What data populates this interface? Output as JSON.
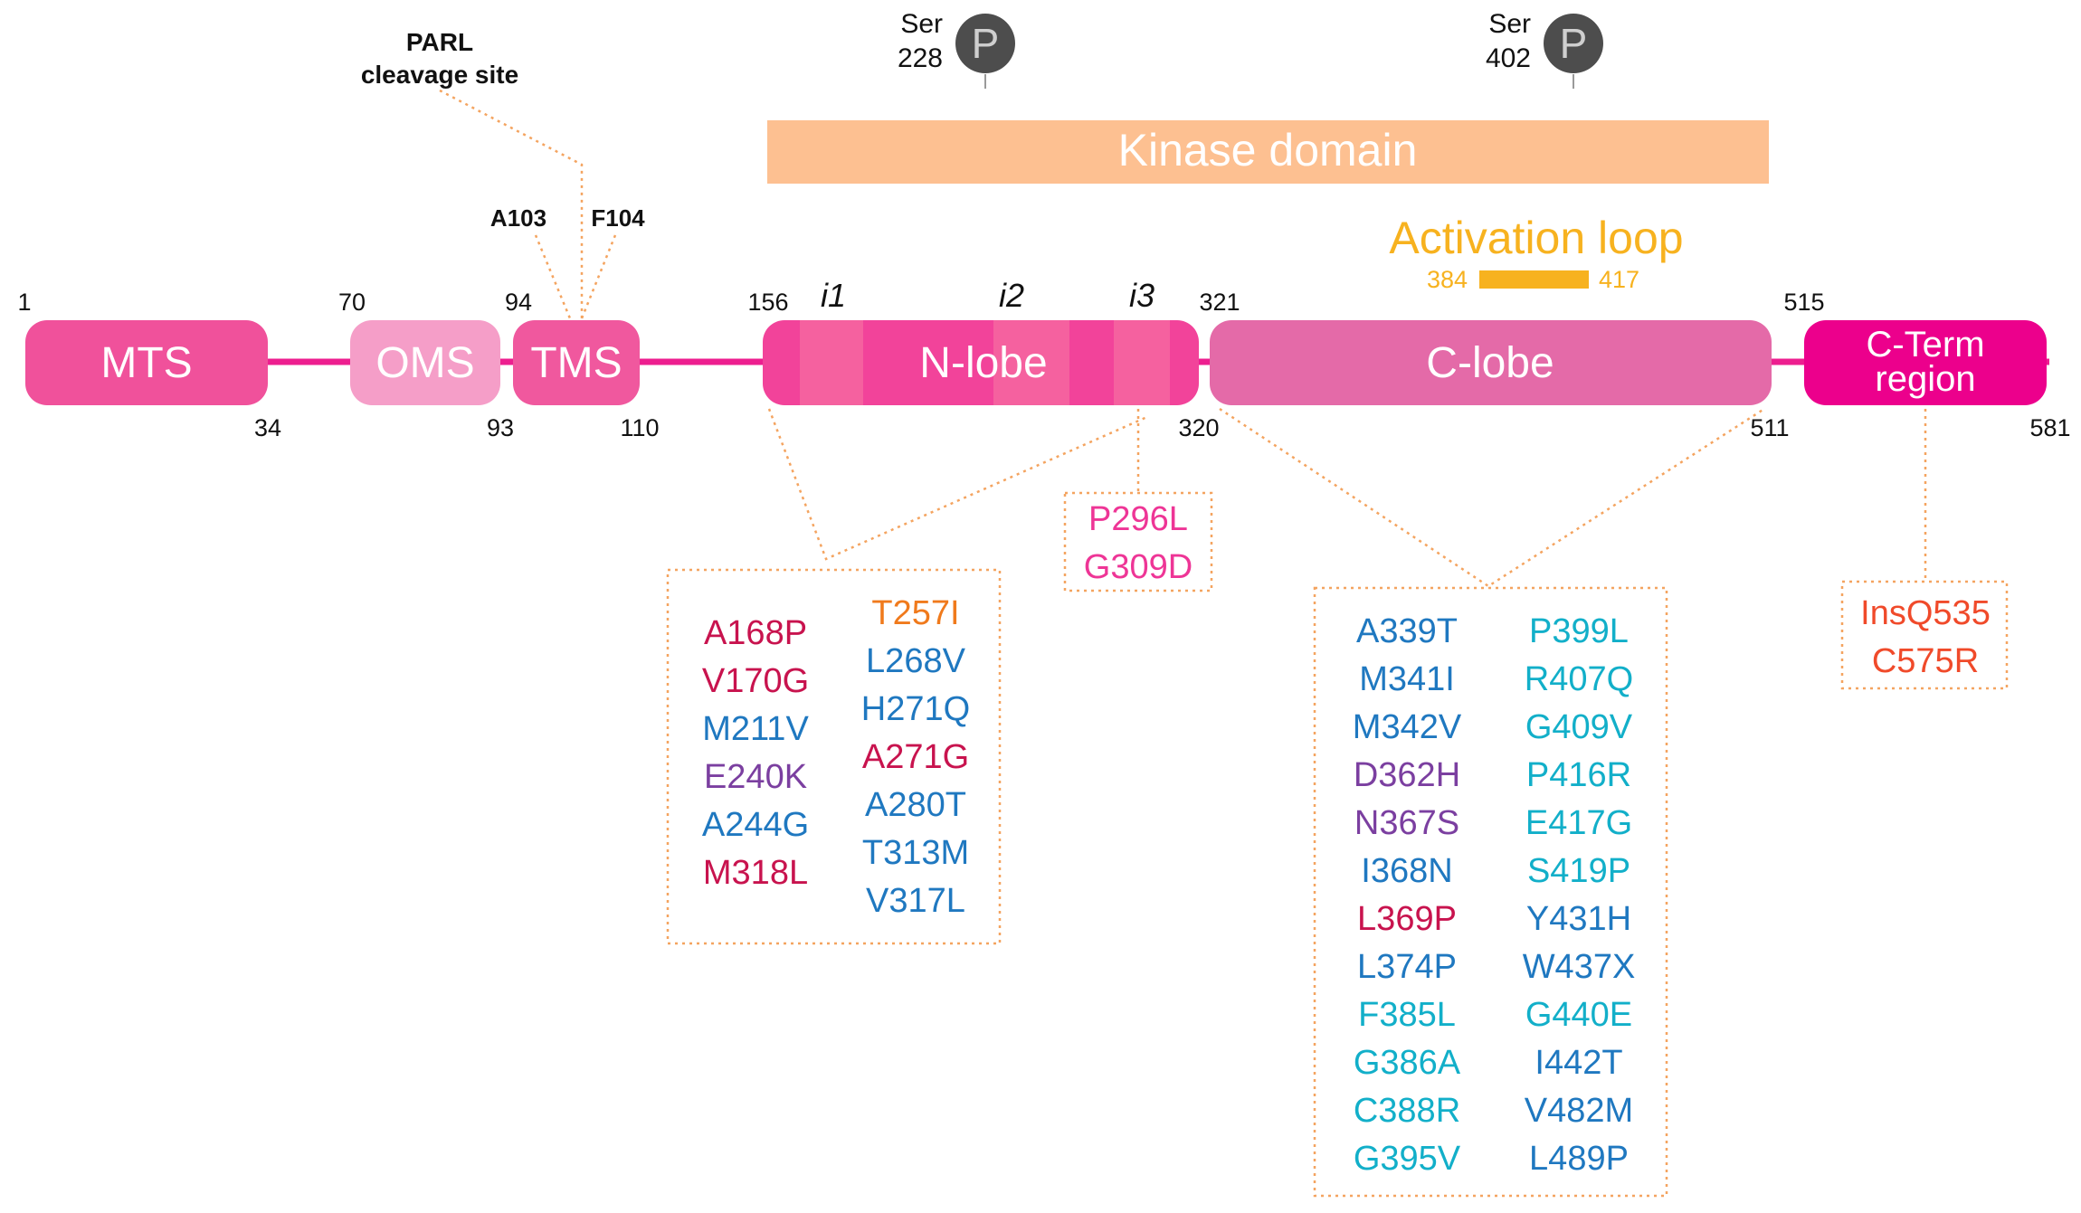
{
  "colors": {
    "backbone": "#ed1e8f",
    "mts": "#f0519b",
    "oms": "#f59ec8",
    "tms": "#f0589e",
    "nlobe": "#f2439a",
    "clobe": "#e46aa8",
    "cterm": "#ec008c",
    "kinase": "#fdc091",
    "activation_loop": "#f7b21f",
    "phospho": "#4d4d4d",
    "connector": "#f4a460",
    "mut_crimson": "#c8134e",
    "mut_blue": "#1f78c0",
    "mut_purple": "#7b3fa0",
    "mut_orange": "#f07a1c",
    "mut_cyan": "#12afc9",
    "mut_pink": "#ee3596",
    "mut_red": "#f04a2a"
  },
  "domains": {
    "mts": "MTS",
    "oms": "OMS",
    "tms": "TMS",
    "nlobe": "N-lobe",
    "clobe": "C-lobe",
    "cterm_line1": "C-Term",
    "cterm_line2": "region"
  },
  "positions": {
    "p1": "1",
    "p34": "34",
    "p70": "70",
    "p93": "93",
    "p94": "94",
    "p110": "110",
    "p156": "156",
    "p320": "320",
    "p321": "321",
    "p511": "511",
    "p515": "515",
    "p581": "581"
  },
  "inserts": {
    "i1": "i1",
    "i2": "i2",
    "i3": "i3"
  },
  "kinase_domain": "Kinase domain",
  "activation_loop": {
    "label": "Activation loop",
    "start": "384",
    "end": "417"
  },
  "parl": {
    "line1": "PARL",
    "line2": "cleavage site",
    "a103": "A103",
    "f104": "F104"
  },
  "phospho_sites": [
    {
      "residue": "Ser",
      "number": "228",
      "symbol": "P"
    },
    {
      "residue": "Ser",
      "number": "402",
      "symbol": "P"
    }
  ],
  "mutations_nlobe": {
    "col1": [
      {
        "text": "A168P",
        "color": "mut_crimson"
      },
      {
        "text": "V170G",
        "color": "mut_crimson"
      },
      {
        "text": "M211V",
        "color": "mut_blue"
      },
      {
        "text": "E240K",
        "color": "mut_purple"
      },
      {
        "text": "A244G",
        "color": "mut_blue"
      },
      {
        "text": "M318L",
        "color": "mut_crimson"
      }
    ],
    "col2": [
      {
        "text": "T257I",
        "color": "mut_orange"
      },
      {
        "text": "L268V",
        "color": "mut_blue"
      },
      {
        "text": "H271Q",
        "color": "mut_blue"
      },
      {
        "text": "A271G",
        "color": "mut_crimson"
      },
      {
        "text": "A280T",
        "color": "mut_blue"
      },
      {
        "text": "T313M",
        "color": "mut_blue"
      },
      {
        "text": "V317L",
        "color": "mut_blue"
      }
    ]
  },
  "mutations_i3": [
    {
      "text": "P296L",
      "color": "mut_pink"
    },
    {
      "text": "G309D",
      "color": "mut_pink"
    }
  ],
  "mutations_clobe": {
    "col1": [
      {
        "text": "A339T",
        "color": "mut_blue"
      },
      {
        "text": "M341I",
        "color": "mut_blue"
      },
      {
        "text": "M342V",
        "color": "mut_blue"
      },
      {
        "text": "D362H",
        "color": "mut_purple"
      },
      {
        "text": "N367S",
        "color": "mut_purple"
      },
      {
        "text": "I368N",
        "color": "mut_blue"
      },
      {
        "text": "L369P",
        "color": "mut_crimson"
      },
      {
        "text": "L374P",
        "color": "mut_blue"
      },
      {
        "text": "F385L",
        "color": "mut_cyan"
      },
      {
        "text": "G386A",
        "color": "mut_cyan"
      },
      {
        "text": "C388R",
        "color": "mut_cyan"
      },
      {
        "text": "G395V",
        "color": "mut_cyan"
      }
    ],
    "col2": [
      {
        "text": "P399L",
        "color": "mut_cyan"
      },
      {
        "text": "R407Q",
        "color": "mut_cyan"
      },
      {
        "text": "G409V",
        "color": "mut_cyan"
      },
      {
        "text": "P416R",
        "color": "mut_cyan"
      },
      {
        "text": "E417G",
        "color": "mut_cyan"
      },
      {
        "text": "S419P",
        "color": "mut_cyan"
      },
      {
        "text": "Y431H",
        "color": "mut_blue"
      },
      {
        "text": "W437X",
        "color": "mut_blue"
      },
      {
        "text": "G440E",
        "color": "mut_cyan"
      },
      {
        "text": "I442T",
        "color": "mut_blue"
      },
      {
        "text": "V482M",
        "color": "mut_blue"
      },
      {
        "text": "L489P",
        "color": "mut_blue"
      }
    ]
  },
  "mutations_cterm": [
    {
      "text": "InsQ535",
      "color": "mut_red"
    },
    {
      "text": "C575R",
      "color": "mut_red"
    }
  ]
}
